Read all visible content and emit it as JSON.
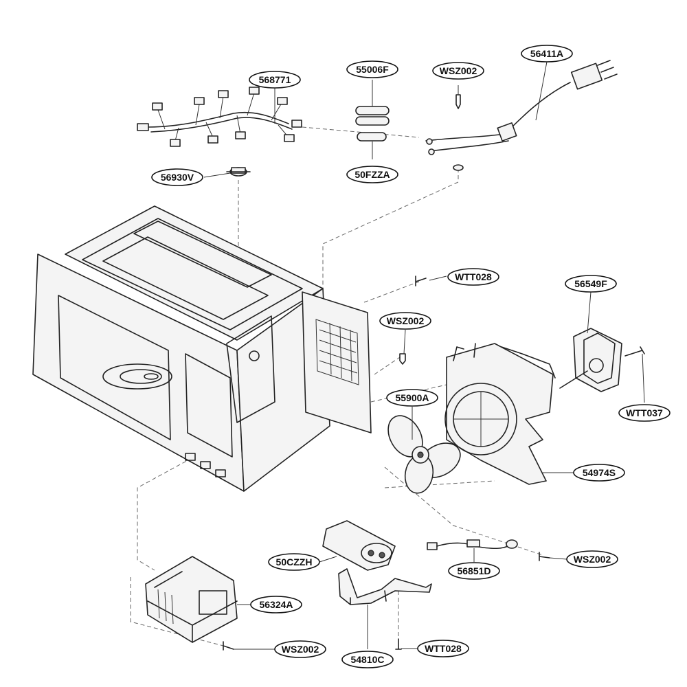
{
  "parts": [
    {
      "id": "568771",
      "label": "568771"
    },
    {
      "id": "55006F",
      "label": "55006F"
    },
    {
      "id": "WSZ002-top",
      "label": "WSZ002"
    },
    {
      "id": "56411A",
      "label": "56411A"
    },
    {
      "id": "50FZZA",
      "label": "50FZZA"
    },
    {
      "id": "56930V",
      "label": "56930V"
    },
    {
      "id": "WTT028-top",
      "label": "WTT028"
    },
    {
      "id": "56549F",
      "label": "56549F"
    },
    {
      "id": "WSZ002-mid",
      "label": "WSZ002"
    },
    {
      "id": "55900A",
      "label": "55900A"
    },
    {
      "id": "WTT037",
      "label": "WTT037"
    },
    {
      "id": "54974S",
      "label": "54974S"
    },
    {
      "id": "WSZ002-right",
      "label": "WSZ002"
    },
    {
      "id": "50CZZH",
      "label": "50CZZH"
    },
    {
      "id": "56851D",
      "label": "56851D"
    },
    {
      "id": "56324A",
      "label": "56324A"
    },
    {
      "id": "WSZ002-bottom",
      "label": "WSZ002"
    },
    {
      "id": "WTT028-bottom",
      "label": "WTT028"
    },
    {
      "id": "54810C",
      "label": "54810C"
    }
  ]
}
